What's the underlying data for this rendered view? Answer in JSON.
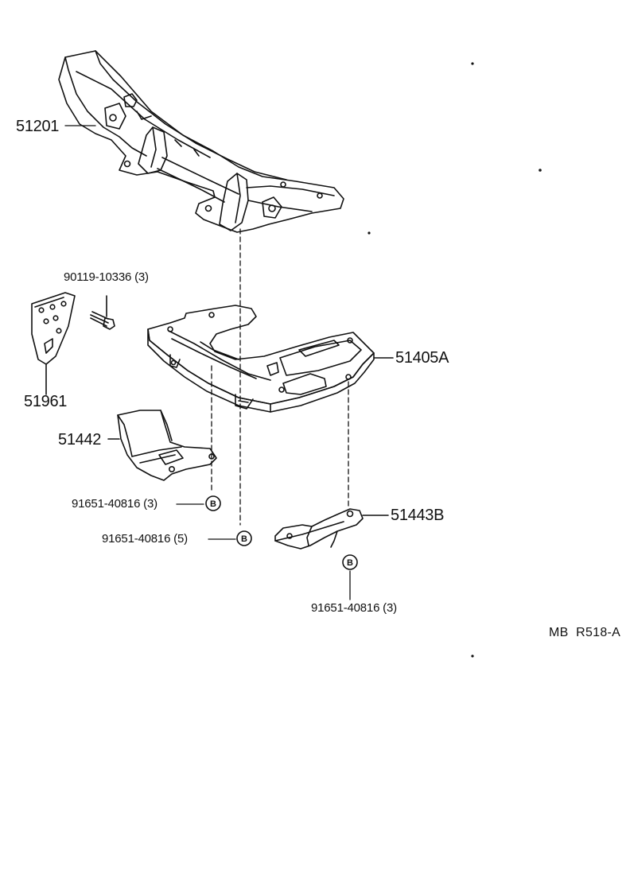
{
  "diagram": {
    "ink_color": "#111111",
    "background_color": "#ffffff",
    "reference_code": "MB  R518-A",
    "bolt_marker": "B",
    "parts": [
      {
        "id": "p1",
        "number": "51201"
      },
      {
        "id": "p2",
        "number": "90119-10336 (3)"
      },
      {
        "id": "p3",
        "number": "51961"
      },
      {
        "id": "p4",
        "number": "51405A"
      },
      {
        "id": "p5",
        "number": "51442"
      },
      {
        "id": "p6",
        "number": "91651-40816 (3)"
      },
      {
        "id": "p7",
        "number": "91651-40816 (5)"
      },
      {
        "id": "p8",
        "number": "51443B"
      },
      {
        "id": "p9",
        "number": "91651-40816 (3)"
      }
    ]
  }
}
